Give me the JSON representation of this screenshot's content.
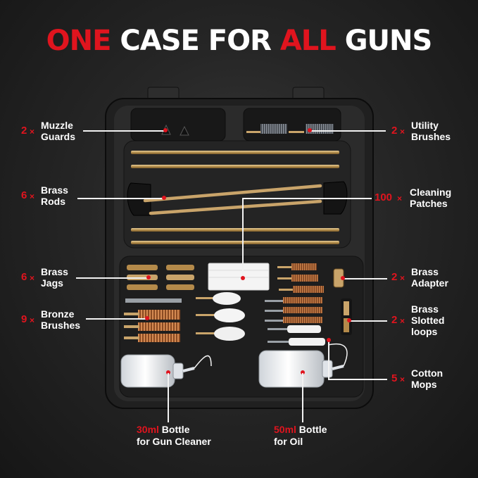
{
  "title": {
    "red_1": "ONE",
    "white_1": " CASE FOR ",
    "red_2": "ALL",
    "white_2": " GUNS"
  },
  "labels": {
    "muzzle": {
      "count": "2",
      "mult": "×",
      "line1": "Muzzle",
      "line2": "Guards"
    },
    "rods": {
      "count": "6",
      "mult": "×",
      "line1": "Brass",
      "line2": "Rods"
    },
    "jags": {
      "count": "6",
      "mult": "×",
      "line1": "Brass",
      "line2": "Jags"
    },
    "bronze": {
      "count": "9",
      "mult": "×",
      "line1": "Bronze",
      "line2": "Brushes"
    },
    "utility": {
      "count": "2",
      "mult": "×",
      "line1": "Utility",
      "line2": "Brushes"
    },
    "patches": {
      "count": "100",
      "mult": "×",
      "line1": "Cleaning",
      "line2": "Patches"
    },
    "adapter": {
      "count": "2",
      "mult": "×",
      "line1": "Brass",
      "line2": "Adapter"
    },
    "slotted": {
      "count": "2",
      "mult": "×",
      "line1": "Brass",
      "line2": "Slotted",
      "line3": "loops"
    },
    "mops": {
      "count": "5",
      "mult": "×",
      "line1": "Cotton",
      "line2": "Mops"
    }
  },
  "bottles": {
    "small": {
      "size": "30ml",
      "word": " Bottle",
      "line2": "for Gun Cleaner"
    },
    "large": {
      "size": "50ml",
      "word": " Bottle",
      "line2": "for Oil"
    }
  },
  "colors": {
    "accent": "#e0141e",
    "case": "#262626",
    "brass": "#c9a46a",
    "copper": "#b46a3c"
  }
}
